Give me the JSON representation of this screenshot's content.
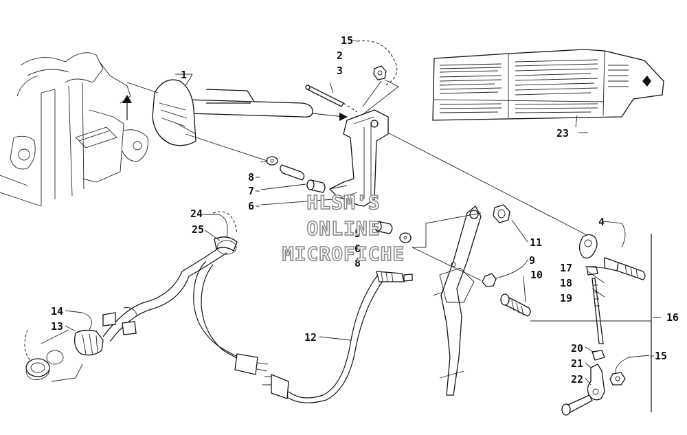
{
  "callouts": {
    "c1": "1",
    "c2": "2",
    "c3": "3",
    "c4": "4",
    "c5": "5",
    "c6a": "6",
    "c6b": "6",
    "c7": "7",
    "c8a": "8",
    "c8b": "8",
    "c9": "9",
    "c10": "10",
    "c11": "11",
    "c12": "12",
    "c13": "13",
    "c14": "14",
    "c15a": "15",
    "c15b": "15",
    "c16": "16",
    "c17": "17",
    "c18": "18",
    "c19": "19",
    "c20": "20",
    "c21": "21",
    "c22": "22",
    "c23": "23",
    "c24": "24",
    "c25": "25"
  },
  "watermark": [
    "HLSM'S",
    "ONLINE",
    "MICROFICHE"
  ],
  "colors": {
    "ink": "#111111",
    "watermark_outline": "#8a8a8a"
  }
}
